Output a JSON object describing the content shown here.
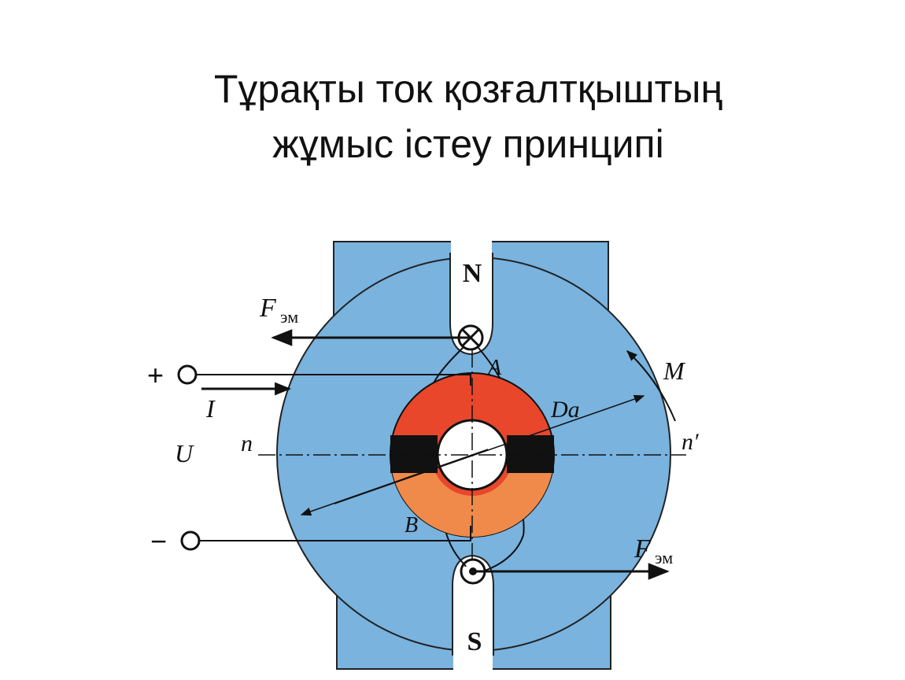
{
  "title": {
    "line1": "Тұрақты ток қозғалтқыштың",
    "line2": "жұмыс істеу  принципі"
  },
  "diagram": {
    "pole_north": "N",
    "pole_south": "S",
    "force_top": {
      "symbol": "F",
      "subscript": "эм"
    },
    "force_bottom": {
      "symbol": "F",
      "subscript": "эм"
    },
    "plus_sign": "+",
    "minus_sign": "−",
    "current_label": "I",
    "voltage_label": "U",
    "brush_a": "A",
    "brush_b": "B",
    "torque_label": "M",
    "diameter_label": "Da",
    "neutral_left": "n",
    "neutral_right": "n′",
    "colors": {
      "blue_fill": "#79b3de",
      "outline": "#222222",
      "red_ring": "#e8472c",
      "orange_ring": "#f08a4a",
      "black": "#111111"
    }
  }
}
